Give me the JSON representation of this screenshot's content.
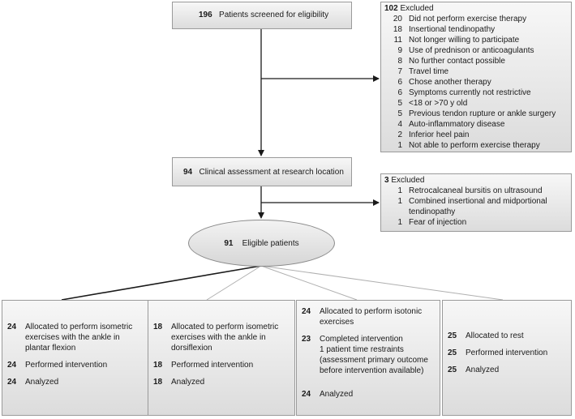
{
  "screened": {
    "count": "196",
    "label": "Patients screened for eligibility"
  },
  "excluded1": {
    "count": "102",
    "label": "Excluded",
    "items": [
      {
        "n": "20",
        "t": "Did not perform exercise therapy"
      },
      {
        "n": "18",
        "t": "Insertional tendinopathy"
      },
      {
        "n": "11",
        "t": "Not longer willing to participate"
      },
      {
        "n": "9",
        "t": "Use of prednison or anticoagulants"
      },
      {
        "n": "8",
        "t": "No further contact possible"
      },
      {
        "n": "7",
        "t": "Travel time"
      },
      {
        "n": "6",
        "t": "Chose another therapy"
      },
      {
        "n": "6",
        "t": "Symptoms currently not restrictive"
      },
      {
        "n": "5",
        "t": "<18 or >70 y  old"
      },
      {
        "n": "5",
        "t": "Previous tendon rupture or ankle surgery"
      },
      {
        "n": "4",
        "t": "Auto-inflammatory disease"
      },
      {
        "n": "2",
        "t": "Inferior heel pain"
      },
      {
        "n": "1",
        "t": "Not able to perform exercise therapy"
      }
    ]
  },
  "assessment": {
    "count": "94",
    "label": "Clinical assessment at research location"
  },
  "excluded2": {
    "count": "3",
    "label": "Excluded",
    "items": [
      {
        "n": "1",
        "t": "Retrocalcaneal bursitis on ultrasound"
      },
      {
        "n": "1",
        "t": "Combined insertional and midportional tendinopathy"
      },
      {
        "n": "1",
        "t": "Fear of injection"
      }
    ]
  },
  "eligible": {
    "count": "91",
    "label": "Eligible patients"
  },
  "arms": [
    {
      "alloc_n": "24",
      "alloc_t": "Allocated to perform isometric exercises with the ankle in plantar flexion",
      "perf_n": "24",
      "perf_t": "Performed intervention",
      "anal_n": "24",
      "anal_t": "Analyzed"
    },
    {
      "alloc_n": "18",
      "alloc_t": "Allocated to perform isometric exercises with the ankle in dorsiflexion",
      "perf_n": "18",
      "perf_t": "Performed intervention",
      "anal_n": "18",
      "anal_t": "Analyzed"
    },
    {
      "alloc_n": "24",
      "alloc_t": "Allocated to perform isotonic exercises",
      "perf_n": "23",
      "perf_t": "Completed intervention\n1 patient time restraints (assessment primary outcome before intervention available)",
      "anal_n": "24",
      "anal_t": "Analyzed"
    },
    {
      "alloc_n": "25",
      "alloc_t": "Allocated to rest",
      "perf_n": "25",
      "perf_t": "Performed intervention",
      "anal_n": "25",
      "anal_t": "Analyzed"
    }
  ]
}
